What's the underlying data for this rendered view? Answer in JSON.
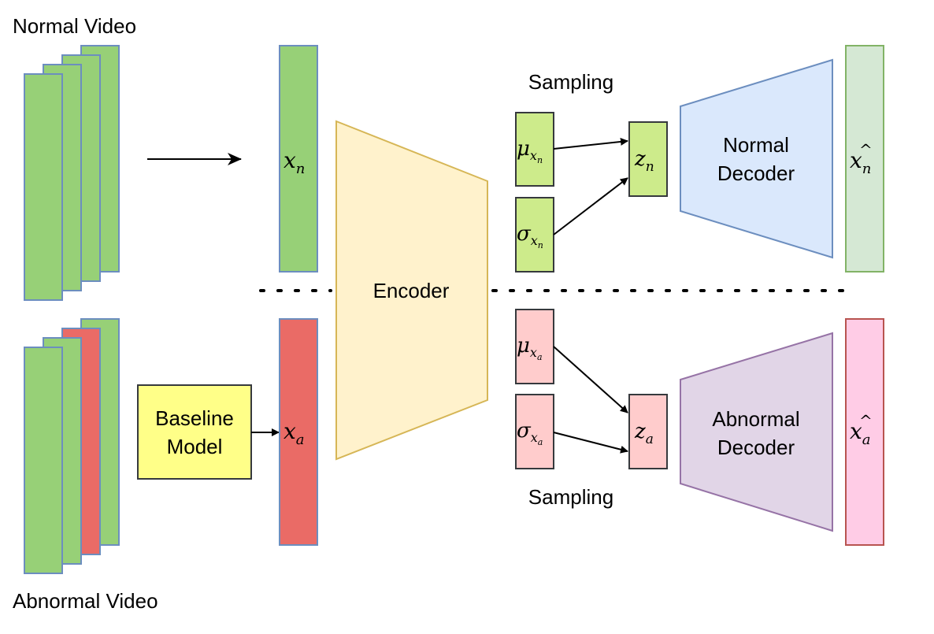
{
  "labels": {
    "normal_video": "Normal Video",
    "abnormal_video": "Abnormal Video",
    "sampling_top": "Sampling",
    "sampling_bottom": "Sampling",
    "encoder": "Encoder",
    "baseline_line1": "Baseline",
    "baseline_line2": "Model",
    "normal_decoder_line1": "Normal",
    "normal_decoder_line2": "Decoder",
    "abnormal_decoder_line1": "Abnormal",
    "abnormal_decoder_line2": "Decoder"
  },
  "math": {
    "x": "x",
    "z": "z",
    "mu": "μ",
    "sigma": "σ",
    "sub_n": "n",
    "sub_a": "a",
    "hat": "^"
  },
  "colors": {
    "green_fill": "#97d077",
    "red_fill": "#ea6b66",
    "frame_stroke": "#6c8ebf",
    "encoder_fill": "#fff2cc",
    "encoder_stroke": "#d6b656",
    "light_green_fill": "#cdeb8b",
    "light_green_stroke": "#36393d",
    "pink_fill": "#ffcccc",
    "pink_stroke": "#36393d",
    "baseline_fill": "#ffff88",
    "normal_decoder_fill": "#dae8fc",
    "normal_decoder_stroke": "#6c8ebf",
    "abnormal_decoder_fill": "#e1d5e7",
    "abnormal_decoder_stroke": "#9673a6",
    "out_normal_fill": "#d5e8d4",
    "out_normal_stroke": "#82b366",
    "out_abnormal_fill": "#ffcce6",
    "out_abnormal_stroke": "#b85450"
  }
}
